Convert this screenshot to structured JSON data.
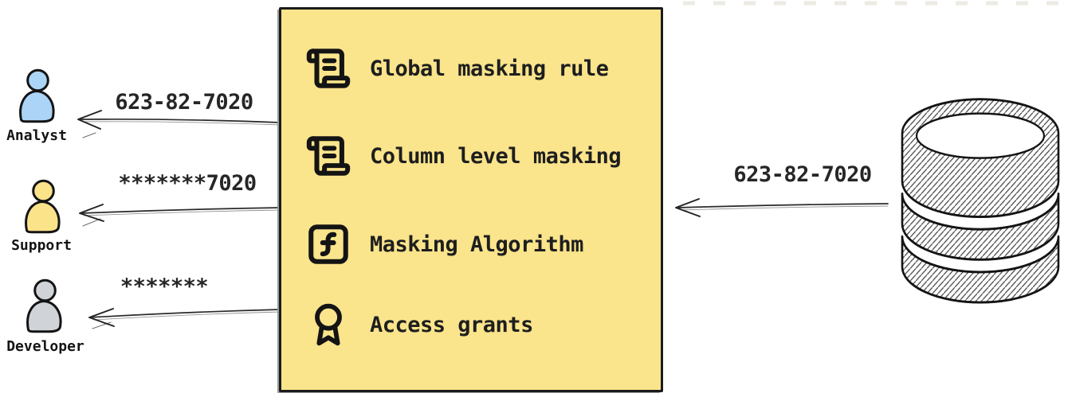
{
  "masking_box": {
    "background": "#fae48c",
    "items": [
      {
        "icon": "scroll-text-icon",
        "label": "Global masking rule"
      },
      {
        "icon": "scroll-text-icon",
        "label": "Column level masking"
      },
      {
        "icon": "function-square-icon",
        "label": "Masking Algorithm"
      },
      {
        "icon": "award-icon",
        "label": "Access grants"
      }
    ]
  },
  "database_flow": {
    "value": "623-82-7020"
  },
  "recipients": [
    {
      "name": "Analyst",
      "received_value": "623-82-7020",
      "fill": "#abd4f6"
    },
    {
      "name": "Support",
      "received_value": "*******7020",
      "fill": "#fbe38a"
    },
    {
      "name": "Developer",
      "received_value": "*******",
      "fill": "#d0d4d9"
    }
  ],
  "colors": {
    "ink": "#1b1b1b",
    "canvas": "#ffffff"
  }
}
